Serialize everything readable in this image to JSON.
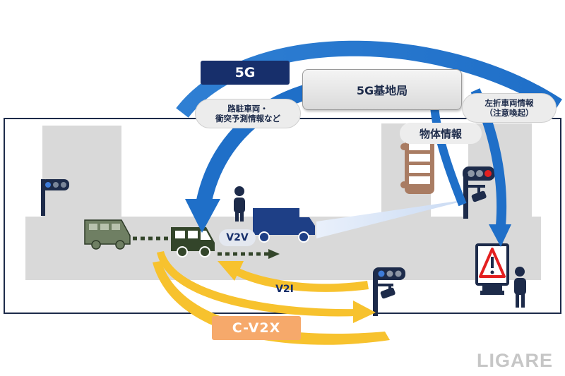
{
  "labels": {
    "five_g_tag": "5G",
    "base_station": "5G基地局",
    "roadside_info": "路駐車両・\n衝突予測情報など",
    "left_turn_info": "左折車両情報\n（注意喚起）",
    "object_info": "物体情報",
    "v2v": "V2V",
    "v2i": "V2I",
    "cv2x": "C-V2X",
    "watermark": "LIGARE"
  },
  "colors": {
    "network_blue": "#1f6fc8",
    "tag_navy": "#172f6b",
    "cv2x_orange": "#f6a96b",
    "signal_yellow": "#f7c22e",
    "road_gray": "#d9d9d9",
    "vehicle_green": "#33452a",
    "truck_blue": "#1e3f86",
    "building_brown": "#a97c63"
  },
  "icons": [
    "van-icon",
    "truck-icon",
    "bus-icon",
    "pedestrian-icon",
    "traffic-light-icon",
    "roadside-camera-icon",
    "warning-sign-icon"
  ]
}
